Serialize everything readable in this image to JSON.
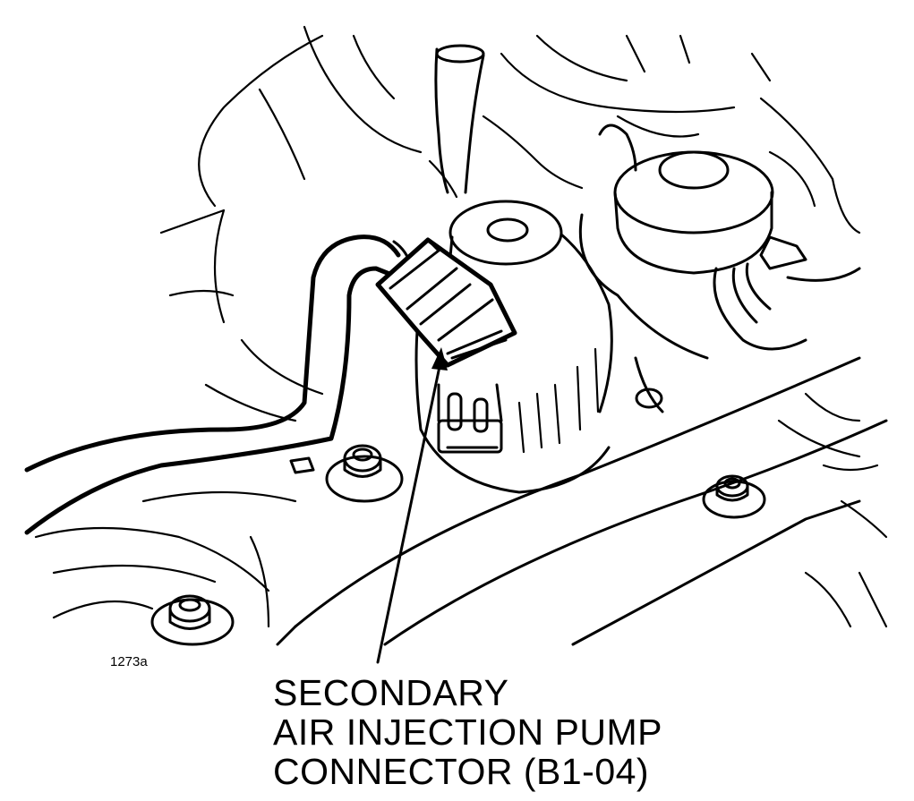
{
  "figure": {
    "number": "1273a"
  },
  "callout": {
    "lines": [
      "SECONDARY",
      "AIR INJECTION PUMP",
      "CONNECTOR (B1-04)"
    ]
  },
  "colors": {
    "line": "#000000",
    "background": "#ffffff"
  }
}
